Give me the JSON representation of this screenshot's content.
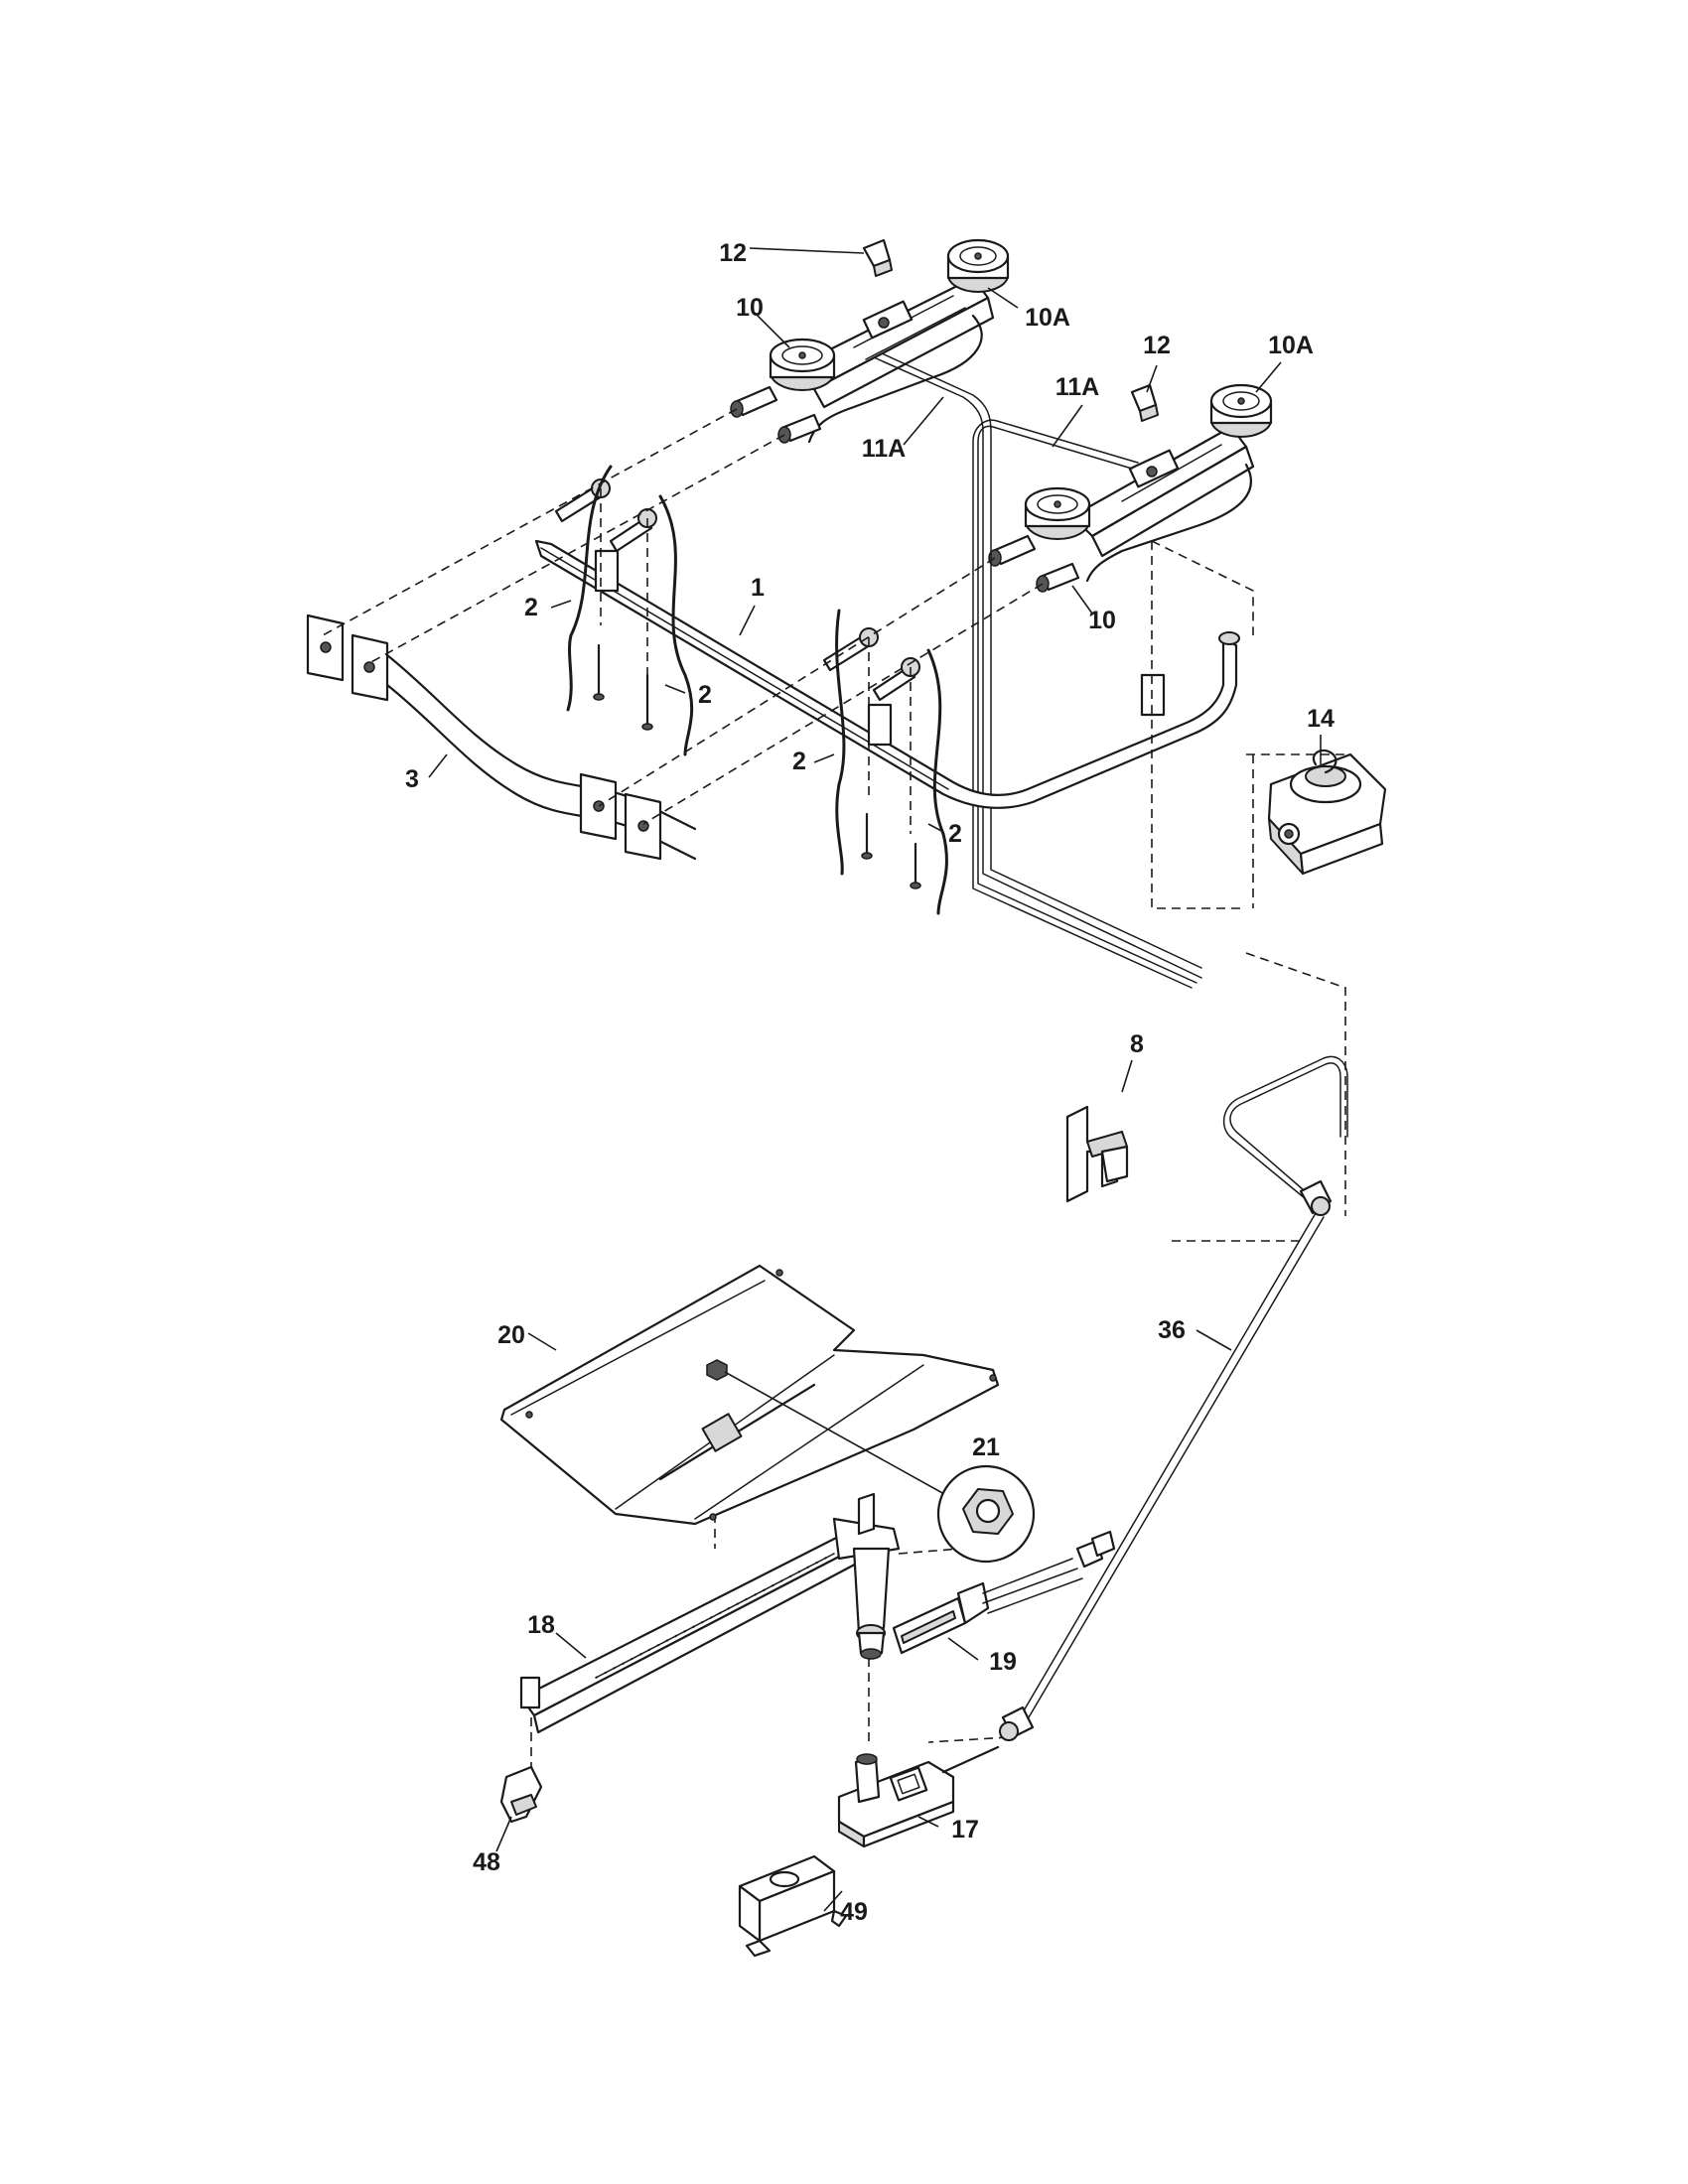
{
  "diagram": {
    "part_labels": {
      "p1": "1",
      "p2a": "2",
      "p2b": "2",
      "p2c": "2",
      "p2d": "2",
      "p3": "3",
      "p8": "8",
      "p10a": "10",
      "p10b": "10",
      "p10Aa": "10A",
      "p10Ab": "10A",
      "p11Aa": "11A",
      "p11Ab": "11A",
      "p12a": "12",
      "p12b": "12",
      "p14": "14",
      "p17": "17",
      "p18": "18",
      "p19": "19",
      "p20": "20",
      "p21": "21",
      "p36": "36",
      "p48": "48",
      "p49": "49"
    }
  }
}
